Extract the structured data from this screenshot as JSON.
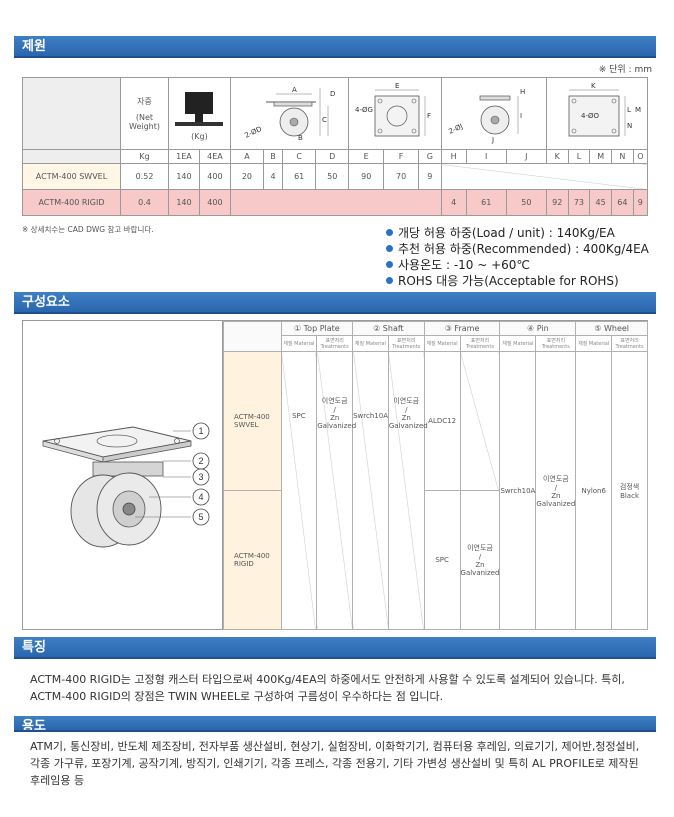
{
  "spec_section": {
    "title": "제원",
    "unit_note": "※ 단위 : mm",
    "header_labels": {
      "weight_label": "자중",
      "weight_sub": "(Net Weight)",
      "load_unit": "(Kg)"
    },
    "columns": [
      "Kg",
      "1EA",
      "4EA",
      "A",
      "B",
      "C",
      "D",
      "E",
      "F",
      "G",
      "H",
      "I",
      "J",
      "K",
      "L",
      "M",
      "N",
      "O"
    ],
    "rows": [
      {
        "model": "ACTM-400 SWVEL",
        "values": [
          "0.52",
          "140",
          "400",
          "20",
          "4",
          "61",
          "50",
          "90",
          "70",
          "9",
          "",
          "",
          "",
          "",
          "",
          "",
          "",
          ""
        ]
      },
      {
        "model": "ACTM-400 RIGID",
        "values": [
          "0.4",
          "140",
          "400",
          "",
          "",
          "",
          "",
          "",
          "",
          "",
          "4",
          "61",
          "50",
          "92",
          "73",
          "45",
          "64",
          "9"
        ]
      }
    ],
    "diagram_labels": {
      "top_a": "A",
      "top_b": "B",
      "top_c": "C",
      "top_d": "D",
      "plate_e": "E",
      "plate_f": "F",
      "plate_g": "4-ØG",
      "rigid_h": "H",
      "rigid_i": "I",
      "rigid_j": "J",
      "plate_k": "K",
      "plate_l": "L",
      "plate_m": "M",
      "plate_n": "N",
      "plate_o": "4-ØO"
    },
    "footnote": "※ 상세치수는 CAD DWG 참고 바랍니다.",
    "bullets": [
      "개당 허용 하중(Load / unit) : 140Kg/EA",
      "추천 허용 하중(Recommended) : 400Kg/4EA",
      "사용온도 : -10 ~ +60℃",
      "ROHS 대응 가능(Acceptable for ROHS)"
    ]
  },
  "component_section": {
    "title": "구성요소",
    "parts": [
      "① Top Plate",
      "② Shaft",
      "③ Frame",
      "④ Pin",
      "⑤ Wheel"
    ],
    "sub_material": "재질\nMaterial",
    "sub_treatment": "표면처리\nTreatments",
    "models": [
      "ACTM-400\nSWVEL",
      "ACTM-400\nRIGID"
    ],
    "callouts": [
      "1",
      "2",
      "3",
      "4",
      "5"
    ],
    "cells": {
      "top_plate_material": "SPC",
      "top_plate_treatment": "이연도금\n/\nZn\nGalvanized",
      "shaft_material": "Swrch10A",
      "shaft_treatment": "이연도금\n/\nZn\nGalvanized",
      "frame_material_swivel": "ALDC12",
      "frame_material_rigid": "SPC",
      "frame_treatment_rigid": "이연도금\n/\nZn\nGalvanized",
      "pin_material": "Swrch10A",
      "pin_treatment": "이연도금\n/\nZn\nGalvanized",
      "wheel_material": "Nylon6",
      "wheel_treatment": "검정색\nBlack"
    }
  },
  "feature_section": {
    "title": "특징",
    "text": "ACTM-400 RIGID는 고정형 캐스터 타입으로써 400Kg/4EA의 하중에서도 안전하게 사용할 수 있도록 설계되어 있습니다. 특히, ACTM-400 RIGID의 장점은 TWIN WHEEL로 구성하여 구름성이 우수하다는 점 입니다."
  },
  "usage_section": {
    "title": "용도",
    "text": "ATM기, 통신장비, 반도체 제조장비, 전자부품 생산설비, 현상기, 실험장비, 이화학기기, 컴퓨터용 후레임, 의료기기, 제어반,청정설비,각종 가구류, 포장기계, 공작기계, 방직기, 인쇄기기, 각종 프레스, 각종 전용기, 기타 가변성 생산설비 및 특히 AL PROFILE로 제작된 후레임용 등"
  },
  "colors": {
    "bar": "#2a66ad",
    "rigid_row": "#f7c9c9",
    "swivel_label": "#fff6e6",
    "bullet": "#2a74c8"
  }
}
